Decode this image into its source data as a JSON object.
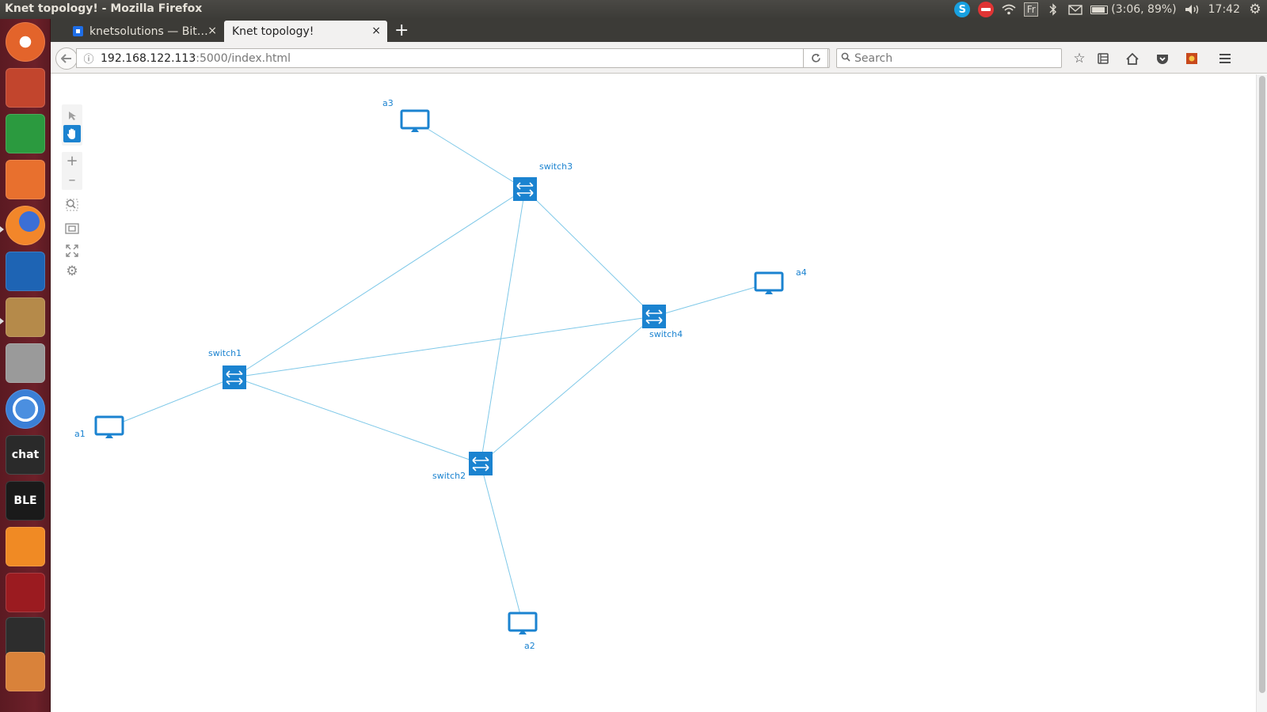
{
  "os_panel": {
    "window_title": "Knet topology! - Mozilla Firefox",
    "keyboard_layout": "Fr",
    "battery": "(3:06, 89%)",
    "clock": "17:42",
    "skype_letter": "S"
  },
  "launcher": {
    "items": [
      {
        "name": "ubuntu-dash",
        "color": "#e3642b"
      },
      {
        "name": "libreoffice-impress",
        "color": "#c2452d"
      },
      {
        "name": "libreoffice-calc",
        "color": "#2b9a3f"
      },
      {
        "name": "ubuntu-software",
        "color": "#e8702e"
      },
      {
        "name": "firefox",
        "color": "#e66a1e"
      },
      {
        "name": "libreoffice-writer",
        "color": "#1e64b4"
      },
      {
        "name": "files",
        "color": "#b58a4a"
      },
      {
        "name": "system-settings",
        "color": "#9a9a9a"
      },
      {
        "name": "chromium",
        "color": "#3b7fd6"
      },
      {
        "name": "xchat",
        "color": "#2a2a2a",
        "text": "chat"
      },
      {
        "name": "uble",
        "color": "#1a1a1a",
        "text": "BLE"
      },
      {
        "name": "spiral-app",
        "color": "#f08a24"
      },
      {
        "name": "red-app",
        "color": "#9b1b20"
      },
      {
        "name": "terminal",
        "color": "#2d2d2d"
      },
      {
        "name": "sublime",
        "color": "#d9823a"
      }
    ]
  },
  "browser": {
    "tabs": [
      {
        "label": "knetsolutions — Bit…",
        "close": "×"
      },
      {
        "label": "Knet topology!",
        "close": "×"
      }
    ],
    "new_tab": "+",
    "url_host": "192.168.122.113",
    "url_rest": ":5000/index.html",
    "search_placeholder": "Search"
  },
  "toolbox": {
    "colors": {
      "active": "#1b83d0"
    }
  },
  "topology": {
    "accent_color": "#1b83d0",
    "link_color": "#7ec8e8",
    "nodes": [
      {
        "id": "a3",
        "label": "a3",
        "type": "host"
      },
      {
        "id": "switch3",
        "label": "switch3",
        "type": "switch"
      },
      {
        "id": "a4",
        "label": "a4",
        "type": "host"
      },
      {
        "id": "switch4",
        "label": "switch4",
        "type": "switch"
      },
      {
        "id": "switch1",
        "label": "switch1",
        "type": "switch"
      },
      {
        "id": "a1",
        "label": "a1",
        "type": "host"
      },
      {
        "id": "switch2",
        "label": "switch2",
        "type": "switch"
      },
      {
        "id": "a2",
        "label": "a2",
        "type": "host"
      }
    ],
    "links": [
      [
        "a3",
        "switch3"
      ],
      [
        "switch3",
        "switch1"
      ],
      [
        "switch3",
        "switch2"
      ],
      [
        "switch3",
        "switch4"
      ],
      [
        "switch4",
        "a4"
      ],
      [
        "switch1",
        "switch4"
      ],
      [
        "switch1",
        "a1"
      ],
      [
        "switch1",
        "switch2"
      ],
      [
        "switch2",
        "switch4"
      ],
      [
        "switch2",
        "a2"
      ]
    ]
  }
}
